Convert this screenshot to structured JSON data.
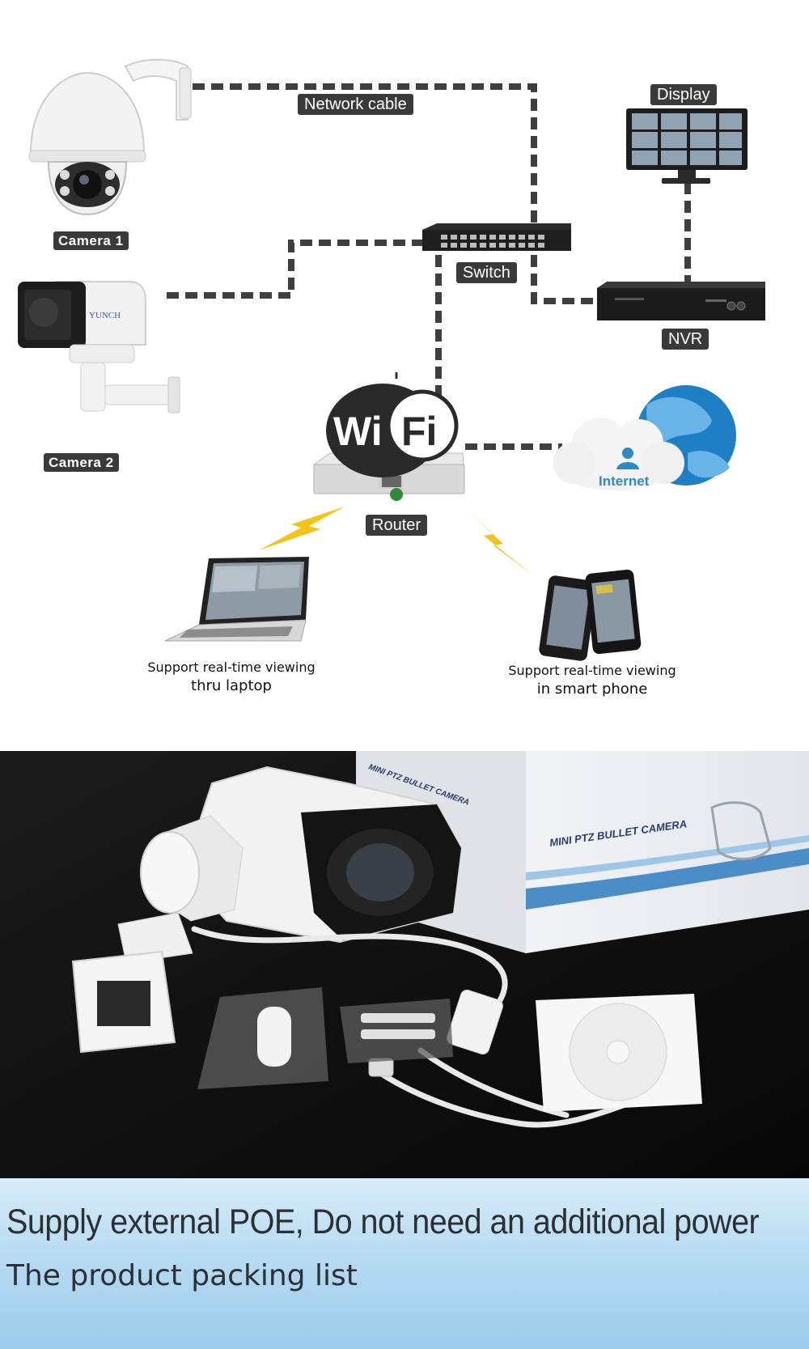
{
  "diagram": {
    "labels": {
      "network_cable": "Network cable",
      "display": "Display",
      "camera1": "Camera 1",
      "switch": "Switch",
      "nvr": "NVR",
      "camera2": "Camera 2",
      "router": "Router",
      "internet": "Internet",
      "yunch_brand": "YUNCH",
      "wifi_wi": "Wi",
      "wifi_fi": "Fi"
    },
    "captions": {
      "laptop_line1": "Support real-time viewing",
      "laptop_line2": "thru laptop",
      "phone_line1": "Support real-time viewing",
      "phone_line2": "in smart phone"
    },
    "colors": {
      "cable": "#3f3f3f",
      "label_bg": "#3a3a3a",
      "bolt": "#f5c318",
      "globe": "#1f7fc4"
    }
  },
  "photo": {
    "box_title": "MINI PTZ BULLET CAMERA",
    "box_side": "MINI PTZ BULLET CAMERA"
  },
  "banner": {
    "line1": "Supply  external POE, Do not need an additional power",
    "line2": "The product packing list",
    "colors": {
      "top": "#d8ecf8",
      "bottom": "#9ccbeb",
      "text": "#2b3036"
    }
  }
}
